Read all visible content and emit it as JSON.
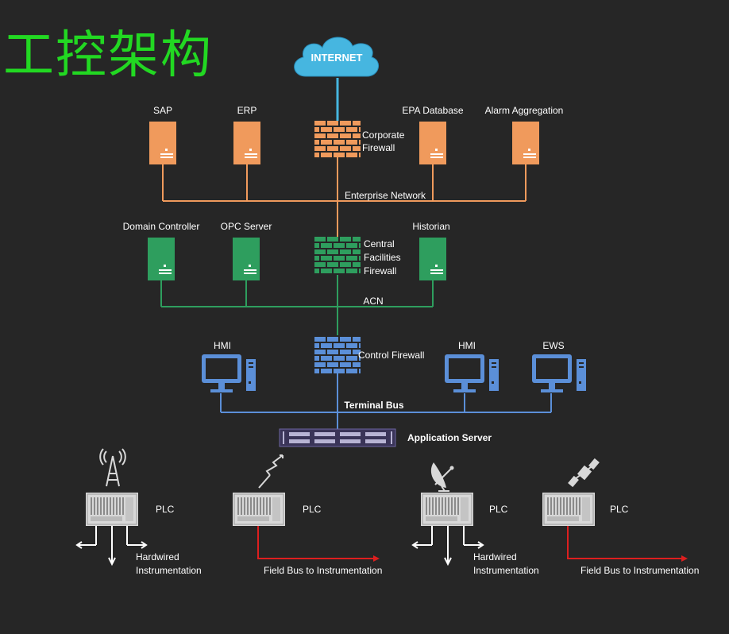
{
  "title": "工控架构",
  "colors": {
    "background": "#262626",
    "title": "#22d822",
    "enterprise": "#f09a5c",
    "acn": "#2e9e5e",
    "terminal": "#5b8fd8",
    "internet_link": "#46b6e0",
    "fieldbus": "#dd1f1f",
    "device": "#d8d8d8",
    "hardwired": "#ffffff"
  },
  "internet": {
    "label": "INTERNET"
  },
  "enterprise": {
    "network_label": "Enterprise Network",
    "servers": [
      "SAP",
      "ERP",
      "EPA Database",
      "Alarm Aggregation"
    ],
    "firewall_label": [
      "Corporate",
      "Firewall"
    ]
  },
  "acn": {
    "network_label": "ACN",
    "servers": [
      "Domain Controller",
      "OPC Server",
      "Historian"
    ],
    "firewall_label": [
      "Central",
      "Facilities",
      "Firewall"
    ]
  },
  "control": {
    "firewall_label": "Control Firewall",
    "bus_label": "Terminal Bus",
    "workstations": [
      "HMI",
      "HMI",
      "EWS"
    ]
  },
  "app_server": {
    "label": "Application Server"
  },
  "plcs": [
    {
      "label": "PLC",
      "icon": "radio-tower-icon",
      "io": "Hardwired",
      "io_label": [
        "Hardwired",
        "Instrumentation"
      ]
    },
    {
      "label": "PLC",
      "icon": "wireless-signal-icon",
      "io": "Field Bus",
      "io_label": [
        "Field Bus to Instrumentation"
      ]
    },
    {
      "label": "PLC",
      "icon": "satellite-dish-icon",
      "io": "Hardwired",
      "io_label": [
        "Hardwired",
        "Instrumentation"
      ]
    },
    {
      "label": "PLC",
      "icon": "satellite-icon",
      "io": "Field Bus",
      "io_label": [
        "Field Bus to Instrumentation"
      ]
    }
  ]
}
